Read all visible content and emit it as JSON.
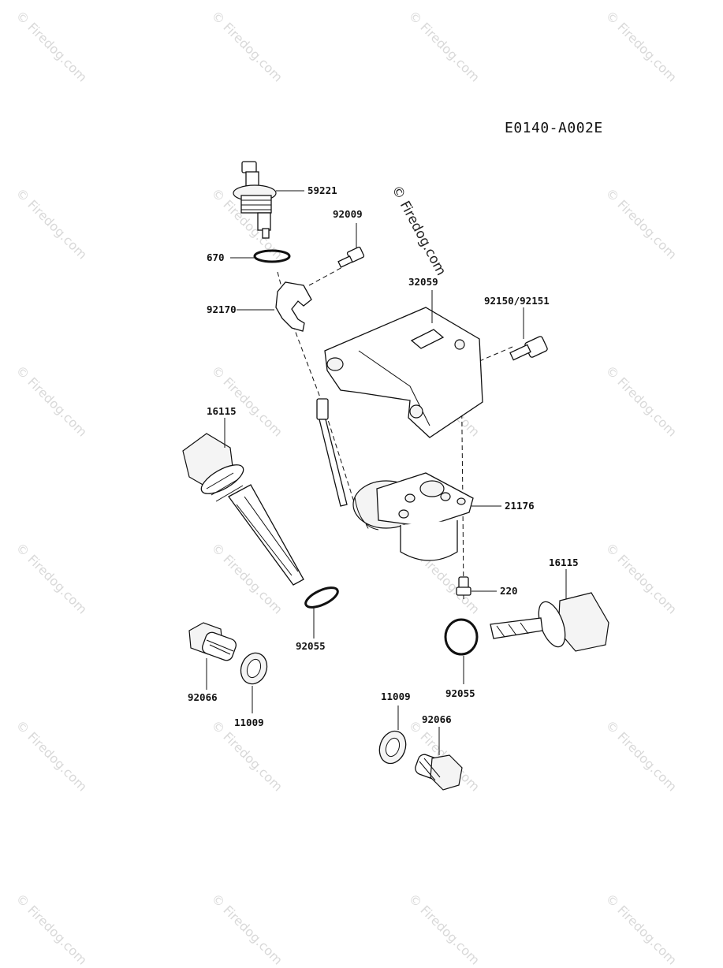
{
  "diagram_code": "E0140-A002E",
  "watermark": "© Firedog.com",
  "parts": {
    "p59221": "59221",
    "p92009": "92009",
    "p670": "670",
    "p92170": "92170",
    "p32059": "32059",
    "p92150_92151": "92150/92151",
    "p16115_left": "16115",
    "p21176": "21176",
    "p220": "220",
    "p16115_right": "16115",
    "p92055_left": "92055",
    "p92055_right": "92055",
    "p92066_left": "92066",
    "p11009_left": "11009",
    "p11009_right": "11009",
    "p92066_right": "92066"
  }
}
